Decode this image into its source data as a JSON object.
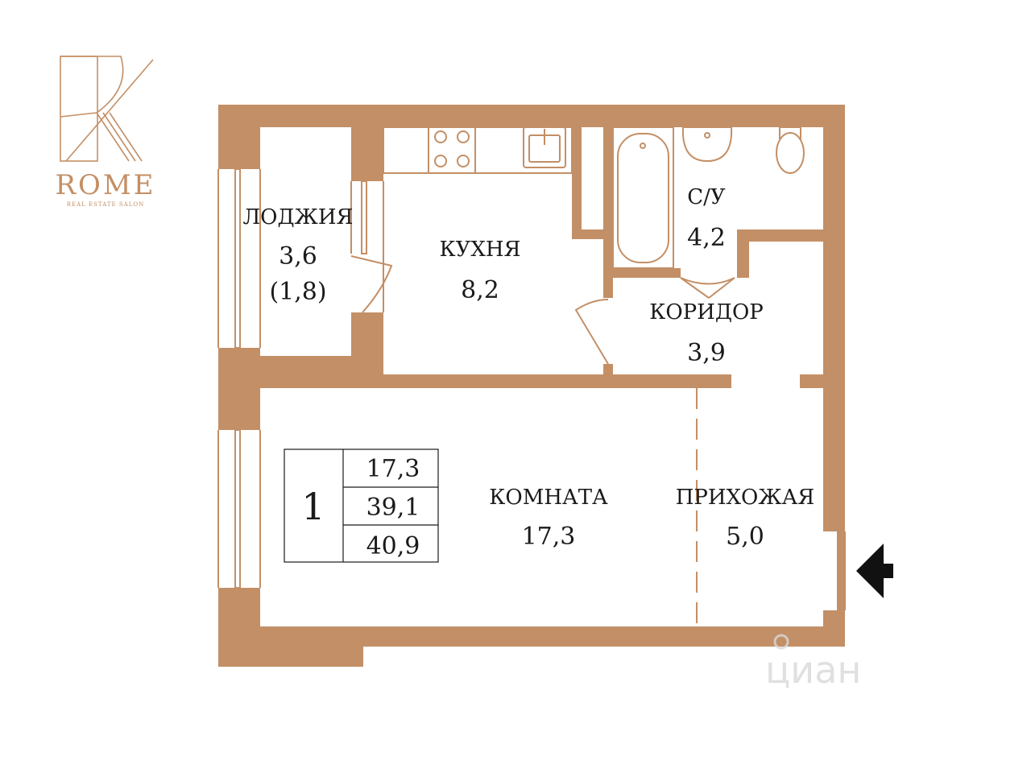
{
  "logo": {
    "name": "ROME",
    "tagline": "REAL ESTATE SALON",
    "color": "#c38f66"
  },
  "colors": {
    "wall": "#c38f66",
    "text": "#1a1a1a",
    "background": "#ffffff"
  },
  "rooms": {
    "loggia": {
      "name": "ЛОДЖИЯ",
      "area": "3,6",
      "area_reduced": "(1,8)"
    },
    "kitchen": {
      "name": "КУХНЯ",
      "area": "8,2"
    },
    "bathroom": {
      "name": "С/У",
      "area": "4,2"
    },
    "corridor": {
      "name": "КОРИДОР",
      "area": "3,9"
    },
    "room": {
      "name": "КОМНАТА",
      "area": "17,3"
    },
    "hallway": {
      "name": "ПРИХОЖАЯ",
      "area": "5,0"
    }
  },
  "summary": {
    "rooms_count": "1",
    "living_area": "17,3",
    "total_area": "39,1",
    "total_area_with_loggia": "40,9"
  },
  "entrance_icon": "entrance-arrow-icon",
  "watermark": "циан"
}
